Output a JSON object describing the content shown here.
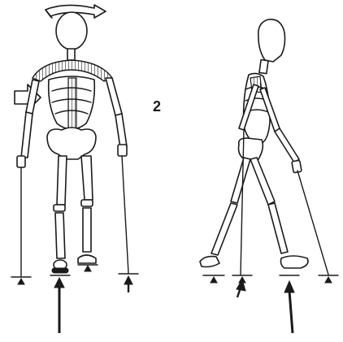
{
  "figure": {
    "panel_label": "2",
    "colors": {
      "ink": "#1a1a1a",
      "background": "#ffffff"
    },
    "left_figure": {
      "view": "front",
      "annotations": [
        "rotation-arrow",
        "push-arrow",
        "ground-force-arrows"
      ]
    },
    "right_figure": {
      "view": "side",
      "annotations": [
        "ground-force-arrows"
      ]
    }
  }
}
